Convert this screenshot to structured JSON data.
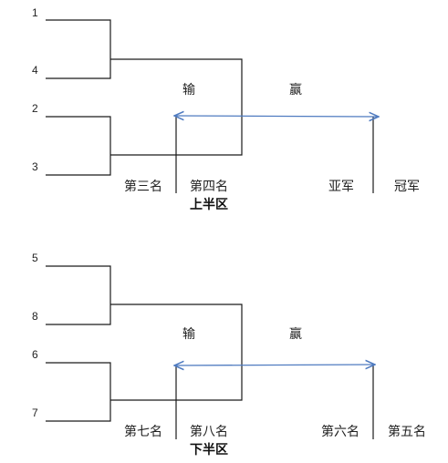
{
  "upper": {
    "seeds": [
      "1",
      "4",
      "2",
      "3"
    ],
    "lose": "输",
    "win": "赢",
    "places": [
      "第三名",
      "第四名",
      "亚军",
      "冠军"
    ],
    "title": "上半区"
  },
  "lower": {
    "seeds": [
      "5",
      "8",
      "6",
      "7"
    ],
    "lose": "输",
    "win": "赢",
    "places": [
      "第七名",
      "第八名",
      "第六名",
      "第五名"
    ],
    "title": "下半区"
  },
  "colors": {
    "line": "#1a1a1a",
    "arrow": "#4f7bc0"
  }
}
